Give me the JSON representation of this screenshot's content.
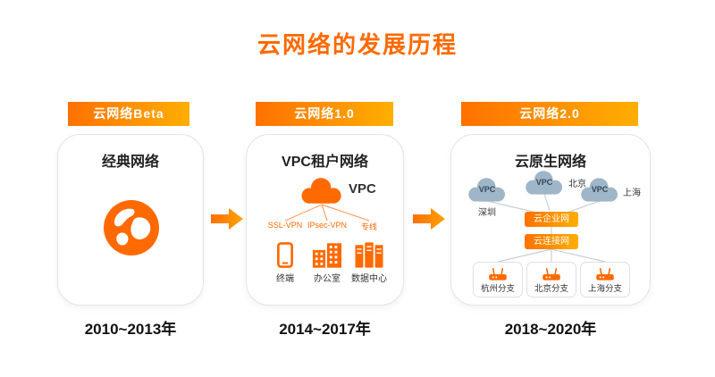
{
  "title": "云网络的发展历程",
  "colors": {
    "accent": "#FF6A00",
    "banner_gradient_start": "#FF7100",
    "banner_gradient_end": "#FFAE00",
    "cloud_gray": "#9FB6C8"
  },
  "columns": [
    {
      "banner": "云网络Beta",
      "card_title": "经典网络",
      "years": "2010~2013年"
    },
    {
      "banner": "云网络1.0",
      "card_title": "VPC租户网络",
      "vpc_label": "VPC",
      "links": [
        "SSL-VPN",
        "IPsec-VPN",
        "专线"
      ],
      "endpoints": [
        "终端",
        "办公室",
        "数据中心"
      ],
      "years": "2014~2017年"
    },
    {
      "banner": "云网络2.0",
      "card_title": "云原生网络",
      "clouds": [
        {
          "vpc": "VPC",
          "city": "深圳"
        },
        {
          "vpc": "VPC",
          "city": "北京"
        },
        {
          "vpc": "VPC",
          "city": "上海"
        }
      ],
      "hubs": [
        "云企业网",
        "云连接网"
      ],
      "branches": [
        "杭州分支",
        "北京分支",
        "上海分支"
      ],
      "years": "2018~2020年"
    }
  ]
}
